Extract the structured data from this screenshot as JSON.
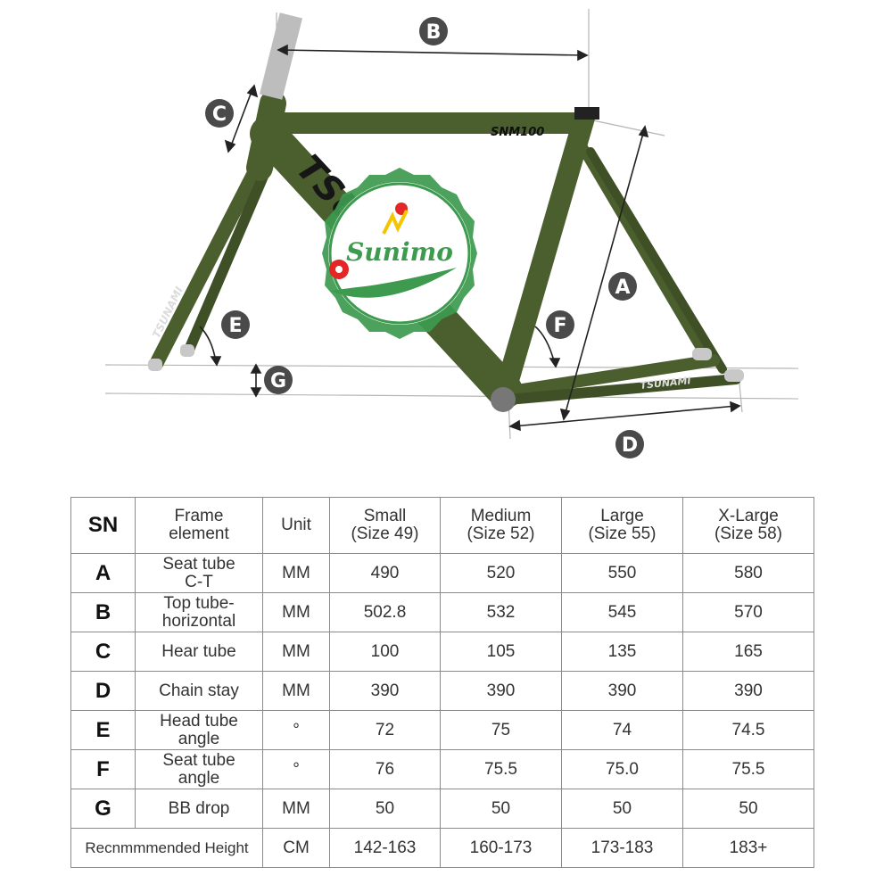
{
  "diagram": {
    "dimension_labels": [
      "A",
      "B",
      "C",
      "D",
      "E",
      "F",
      "G"
    ],
    "frame_model": "SNM100",
    "frame_brand": "TSUNAMI",
    "logo_text": "Sunimo",
    "colors": {
      "frame": "#4b5e2e",
      "frame_dark": "#3a4a22",
      "label_circle": "#4a4a4a",
      "logo_green": "#3d9a4f",
      "logo_yellow": "#f2c500",
      "logo_red": "#e32626"
    }
  },
  "table": {
    "headers": [
      "SN",
      "Frame\nelement",
      "Unit",
      "Small\n(Size 49)",
      "Medium\n(Size 52)",
      "Large\n(Size 55)",
      "X-Large\n(Size 58)"
    ],
    "rows": [
      {
        "sn": "A",
        "element": "Seat tube\nC-T",
        "unit": "MM",
        "values": [
          "490",
          "520",
          "550",
          "580"
        ]
      },
      {
        "sn": "B",
        "element": "Top tube-\nhorizontal",
        "unit": "MM",
        "values": [
          "502.8",
          "532",
          "545",
          "570"
        ]
      },
      {
        "sn": "C",
        "element": "Hear tube",
        "unit": "MM",
        "values": [
          "100",
          "105",
          "135",
          "165"
        ]
      },
      {
        "sn": "D",
        "element": "Chain stay",
        "unit": "MM",
        "values": [
          "390",
          "390",
          "390",
          "390"
        ]
      },
      {
        "sn": "E",
        "element": "Head tube\nangle",
        "unit": "°",
        "values": [
          "72",
          "75",
          "74",
          "74.5"
        ]
      },
      {
        "sn": "F",
        "element": "Seat tube\nangle",
        "unit": "°",
        "values": [
          "76",
          "75.5",
          "75.0",
          "75.5"
        ]
      },
      {
        "sn": "G",
        "element": "BB drop",
        "unit": "MM",
        "values": [
          "50",
          "50",
          "50",
          "50"
        ]
      }
    ],
    "footer": {
      "label": "Recnmmmended Height",
      "unit": "CM",
      "values": [
        "142-163",
        "160-173",
        "173-183",
        "183+"
      ]
    }
  }
}
